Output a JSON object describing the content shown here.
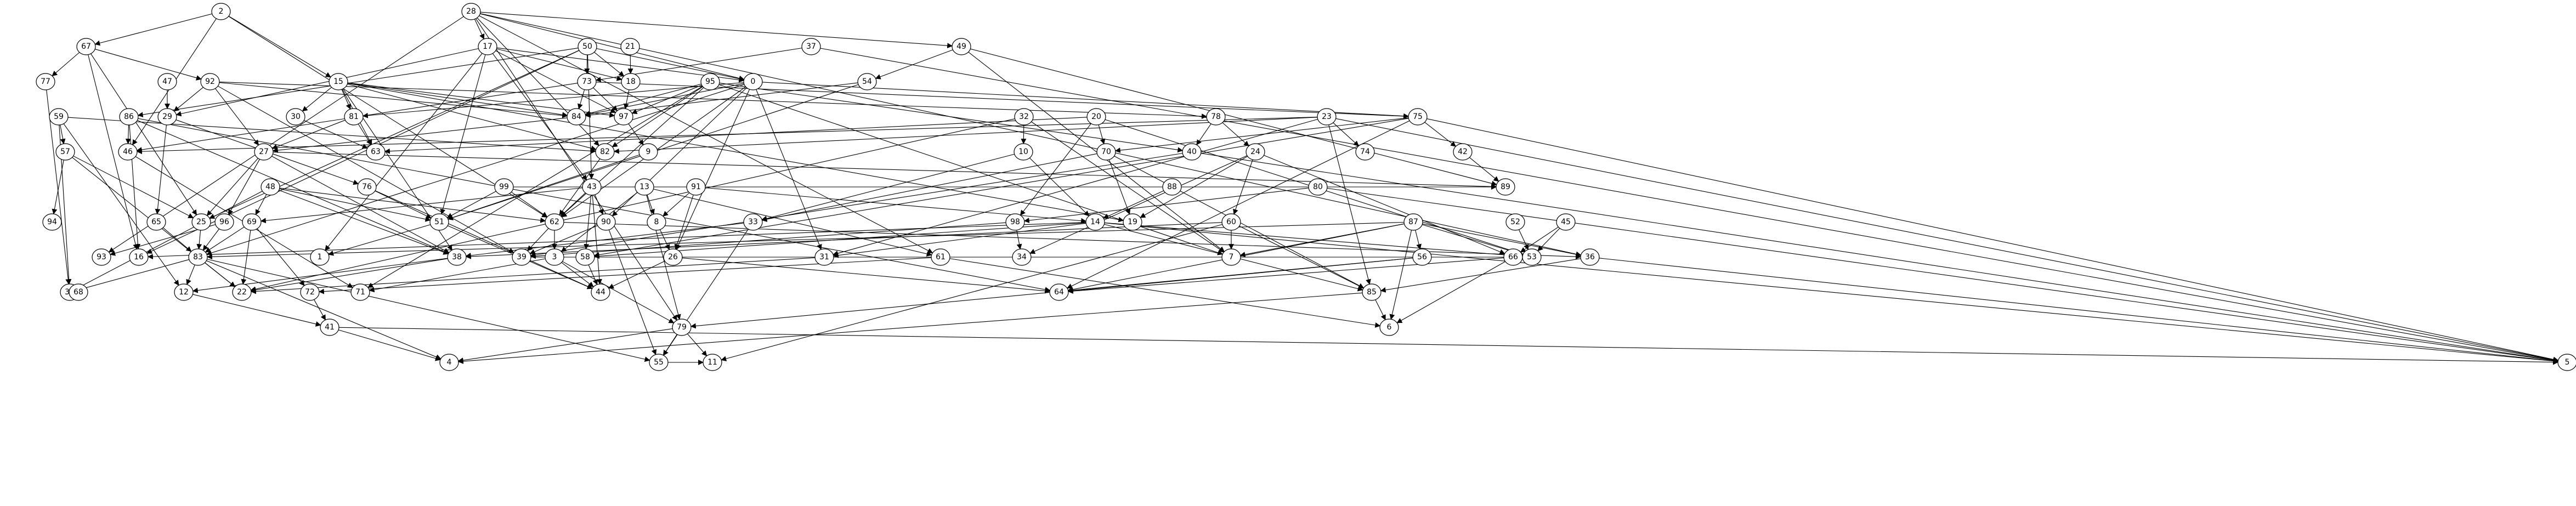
{
  "graph": {
    "directed": true,
    "nodes": [
      "0",
      "1",
      "2",
      "3",
      "4",
      "5",
      "6",
      "7",
      "8",
      "9",
      "10",
      "11",
      "12",
      "13",
      "14",
      "15",
      "16",
      "17",
      "18",
      "19",
      "20",
      "21",
      "22",
      "23",
      "24",
      "25",
      "26",
      "27",
      "28",
      "29",
      "30",
      "31",
      "32",
      "33",
      "34",
      "35",
      "36",
      "37",
      "38",
      "39",
      "40",
      "41",
      "42",
      "43",
      "44",
      "45",
      "46",
      "47",
      "48",
      "49",
      "50",
      "51",
      "52",
      "53",
      "54",
      "55",
      "56",
      "57",
      "58",
      "59",
      "60",
      "61",
      "62",
      "63",
      "64",
      "65",
      "66",
      "67",
      "68",
      "69",
      "70",
      "71",
      "72",
      "73",
      "74",
      "75",
      "76",
      "77",
      "78",
      "79",
      "80",
      "81",
      "82",
      "83",
      "84",
      "85",
      "86",
      "87",
      "88",
      "89",
      "90",
      "91",
      "92",
      "93",
      "94",
      "95",
      "96",
      "97",
      "98",
      "99"
    ],
    "edges": [
      [
        "28",
        "17"
      ],
      [
        "28",
        "0"
      ],
      [
        "28",
        "49"
      ],
      [
        "28",
        "82"
      ],
      [
        "28",
        "61"
      ],
      [
        "28",
        "79"
      ],
      [
        "28",
        "36"
      ],
      [
        "28",
        "93"
      ],
      [
        "2",
        "67"
      ],
      [
        "2",
        "15"
      ],
      [
        "2",
        "46"
      ],
      [
        "2",
        "62"
      ],
      [
        "17",
        "18"
      ],
      [
        "17",
        "0"
      ],
      [
        "17",
        "97"
      ],
      [
        "17",
        "51"
      ],
      [
        "17",
        "29"
      ],
      [
        "17",
        "43"
      ],
      [
        "17",
        "1"
      ],
      [
        "50",
        "73"
      ],
      [
        "50",
        "86"
      ],
      [
        "50",
        "18"
      ],
      [
        "50",
        "25"
      ],
      [
        "50",
        "0"
      ],
      [
        "50",
        "43"
      ],
      [
        "50",
        "16"
      ],
      [
        "21",
        "18"
      ],
      [
        "37",
        "73"
      ],
      [
        "37",
        "5"
      ],
      [
        "49",
        "54"
      ],
      [
        "49",
        "89"
      ],
      [
        "49",
        "7"
      ],
      [
        "67",
        "77"
      ],
      [
        "67",
        "92"
      ],
      [
        "67",
        "25"
      ],
      [
        "67",
        "16"
      ],
      [
        "92",
        "29"
      ],
      [
        "92",
        "84"
      ],
      [
        "92",
        "27"
      ],
      [
        "92",
        "39"
      ],
      [
        "92",
        "78"
      ],
      [
        "15",
        "30"
      ],
      [
        "15",
        "81"
      ],
      [
        "15",
        "63"
      ],
      [
        "15",
        "84"
      ],
      [
        "15",
        "97"
      ],
      [
        "15",
        "82"
      ],
      [
        "15",
        "38"
      ],
      [
        "15",
        "19"
      ],
      [
        "73",
        "84"
      ],
      [
        "73",
        "97"
      ],
      [
        "73",
        "46"
      ],
      [
        "73",
        "75"
      ],
      [
        "0",
        "84"
      ],
      [
        "0",
        "75"
      ],
      [
        "0",
        "26"
      ],
      [
        "0",
        "90"
      ],
      [
        "0",
        "81"
      ],
      [
        "0",
        "62"
      ],
      [
        "0",
        "83"
      ],
      [
        "0",
        "31"
      ],
      [
        "95",
        "84"
      ],
      [
        "95",
        "97"
      ],
      [
        "95",
        "62"
      ],
      [
        "95",
        "82"
      ],
      [
        "95",
        "40"
      ],
      [
        "95",
        "7"
      ],
      [
        "95",
        "71"
      ],
      [
        "54",
        "84"
      ],
      [
        "54",
        "51"
      ],
      [
        "47",
        "29"
      ],
      [
        "18",
        "97"
      ],
      [
        "97",
        "9"
      ],
      [
        "9",
        "51"
      ],
      [
        "29",
        "65"
      ],
      [
        "29",
        "76"
      ],
      [
        "59",
        "57"
      ],
      [
        "59",
        "35"
      ],
      [
        "59",
        "12"
      ],
      [
        "59",
        "82"
      ],
      [
        "86",
        "46"
      ],
      [
        "86",
        "16"
      ],
      [
        "86",
        "38"
      ],
      [
        "86",
        "64"
      ],
      [
        "81",
        "63"
      ],
      [
        "81",
        "27"
      ],
      [
        "84",
        "27"
      ],
      [
        "82",
        "62"
      ],
      [
        "32",
        "10"
      ],
      [
        "32",
        "22"
      ],
      [
        "32",
        "7"
      ],
      [
        "20",
        "70"
      ],
      [
        "20",
        "98"
      ],
      [
        "20",
        "63"
      ],
      [
        "20",
        "53"
      ],
      [
        "23",
        "82"
      ],
      [
        "23",
        "74"
      ],
      [
        "23",
        "5"
      ],
      [
        "23",
        "85"
      ],
      [
        "23",
        "46"
      ],
      [
        "23",
        "31"
      ],
      [
        "78",
        "40"
      ],
      [
        "78",
        "24"
      ],
      [
        "75",
        "42"
      ],
      [
        "75",
        "70"
      ],
      [
        "75",
        "5"
      ],
      [
        "75",
        "64"
      ],
      [
        "75",
        "58"
      ],
      [
        "57",
        "25"
      ],
      [
        "57",
        "94"
      ],
      [
        "57",
        "22"
      ],
      [
        "46",
        "71"
      ],
      [
        "27",
        "25"
      ],
      [
        "27",
        "96"
      ],
      [
        "27",
        "38"
      ],
      [
        "27",
        "89"
      ],
      [
        "76",
        "51"
      ],
      [
        "76",
        "44"
      ],
      [
        "48",
        "51"
      ],
      [
        "48",
        "38"
      ],
      [
        "48",
        "69"
      ],
      [
        "48",
        "62"
      ],
      [
        "48",
        "35"
      ],
      [
        "99",
        "62"
      ],
      [
        "99",
        "51"
      ],
      [
        "99",
        "89"
      ],
      [
        "43",
        "90"
      ],
      [
        "43",
        "58"
      ],
      [
        "43",
        "62"
      ],
      [
        "43",
        "44"
      ],
      [
        "43",
        "69"
      ],
      [
        "13",
        "8"
      ],
      [
        "13",
        "79"
      ],
      [
        "13",
        "61"
      ],
      [
        "13",
        "3"
      ],
      [
        "91",
        "8"
      ],
      [
        "91",
        "14"
      ],
      [
        "91",
        "26"
      ],
      [
        "10",
        "33"
      ],
      [
        "10",
        "14"
      ],
      [
        "70",
        "19"
      ],
      [
        "70",
        "33"
      ],
      [
        "70",
        "85"
      ],
      [
        "88",
        "14"
      ],
      [
        "24",
        "60"
      ],
      [
        "24",
        "19"
      ],
      [
        "24",
        "66"
      ],
      [
        "24",
        "34"
      ],
      [
        "80",
        "98"
      ],
      [
        "80",
        "5"
      ],
      [
        "42",
        "89"
      ],
      [
        "45",
        "66"
      ],
      [
        "45",
        "53"
      ],
      [
        "65",
        "83"
      ],
      [
        "69",
        "83"
      ],
      [
        "69",
        "22"
      ],
      [
        "69",
        "72"
      ],
      [
        "62",
        "39"
      ],
      [
        "62",
        "3"
      ],
      [
        "62",
        "36"
      ],
      [
        "90",
        "55"
      ],
      [
        "90",
        "39"
      ],
      [
        "33",
        "55"
      ],
      [
        "33",
        "38"
      ],
      [
        "98",
        "34"
      ],
      [
        "98",
        "39"
      ],
      [
        "14",
        "58"
      ],
      [
        "14",
        "5"
      ],
      [
        "14",
        "85"
      ],
      [
        "14",
        "31"
      ],
      [
        "14",
        "16"
      ],
      [
        "14",
        "53"
      ],
      [
        "60",
        "7"
      ],
      [
        "60",
        "85"
      ],
      [
        "60",
        "11"
      ],
      [
        "60",
        "38"
      ],
      [
        "87",
        "7"
      ],
      [
        "87",
        "6"
      ],
      [
        "87",
        "53"
      ],
      [
        "87",
        "36"
      ],
      [
        "87",
        "56"
      ],
      [
        "87",
        "64"
      ],
      [
        "87",
        "83"
      ],
      [
        "52",
        "53"
      ],
      [
        "25",
        "83"
      ],
      [
        "96",
        "83"
      ],
      [
        "96",
        "93"
      ],
      [
        "51",
        "1"
      ],
      [
        "51",
        "44"
      ],
      [
        "8",
        "26"
      ],
      [
        "83",
        "55"
      ],
      [
        "83",
        "22"
      ],
      [
        "83",
        "4"
      ],
      [
        "83",
        "12"
      ],
      [
        "83",
        "35"
      ],
      [
        "38",
        "12"
      ],
      [
        "38",
        "22"
      ],
      [
        "3",
        "79"
      ],
      [
        "3",
        "44"
      ],
      [
        "3",
        "71"
      ],
      [
        "26",
        "64"
      ],
      [
        "26",
        "44"
      ],
      [
        "58",
        "44"
      ],
      [
        "31",
        "22"
      ],
      [
        "61",
        "6"
      ],
      [
        "61",
        "72"
      ],
      [
        "56",
        "79"
      ],
      [
        "56",
        "64"
      ],
      [
        "36",
        "5"
      ],
      [
        "36",
        "85"
      ],
      [
        "66",
        "6"
      ],
      [
        "66",
        "64"
      ],
      [
        "68",
        "35"
      ],
      [
        "77",
        "35"
      ],
      [
        "72",
        "41"
      ],
      [
        "12",
        "41"
      ],
      [
        "41",
        "4"
      ],
      [
        "41",
        "5"
      ],
      [
        "79",
        "4"
      ],
      [
        "79",
        "55"
      ],
      [
        "79",
        "11"
      ],
      [
        "55",
        "11"
      ],
      [
        "85",
        "4"
      ],
      [
        "85",
        "6"
      ],
      [
        "40",
        "39"
      ],
      [
        "40",
        "5"
      ],
      [
        "39",
        "53"
      ],
      [
        "30",
        "63"
      ]
    ]
  }
}
